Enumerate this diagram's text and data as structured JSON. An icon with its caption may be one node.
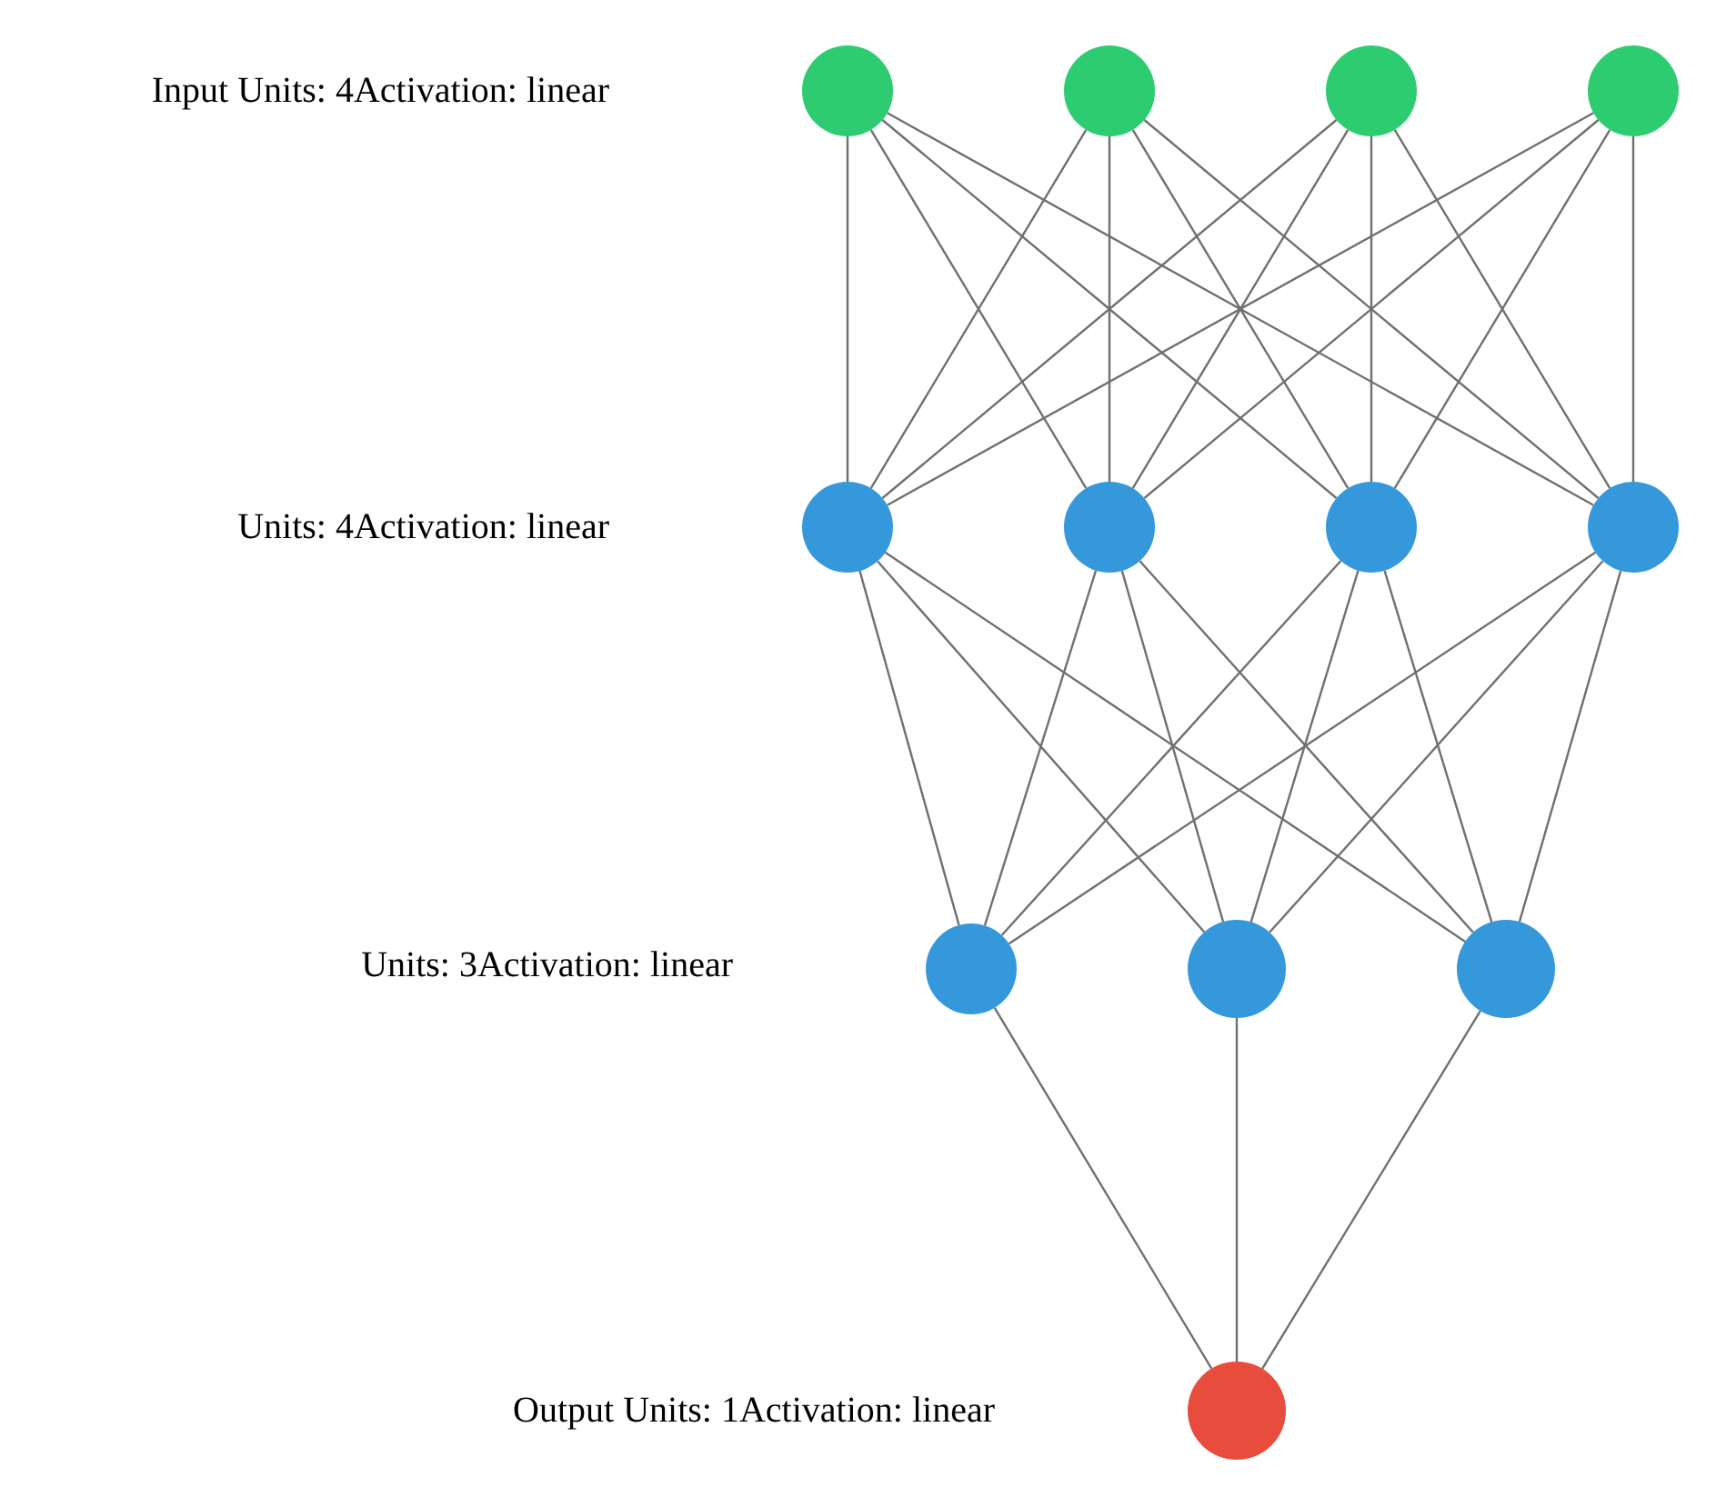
{
  "diagram": {
    "nodes": [
      {
        "text": [],
        "shape": "circle"
      },
      {
        "text": [],
        "shape": "circle"
      },
      {
        "text": [],
        "shape": "circle"
      },
      {
        "text": [],
        "shape": "circle"
      },
      {
        "text": [],
        "shape": "circle"
      },
      {
        "text": [],
        "shape": "circle"
      },
      {
        "text": [],
        "shape": "circle"
      },
      {
        "text": [],
        "shape": "circle"
      },
      {
        "text": [],
        "shape": "circle"
      },
      {
        "text": [],
        "shape": "circle"
      },
      {
        "text": [],
        "shape": "circle"
      },
      {
        "text": [],
        "shape": "circle"
      }
    ],
    "edges": [
      {
        "from": 0,
        "to": 4,
        "arrow": "none"
      },
      {
        "from": 0,
        "to": 5,
        "arrow": "none"
      },
      {
        "from": 0,
        "to": 6,
        "arrow": "none"
      },
      {
        "from": 0,
        "to": 7,
        "arrow": "none"
      },
      {
        "from": 1,
        "to": 4,
        "arrow": "none"
      },
      {
        "from": 1,
        "to": 5,
        "arrow": "none"
      },
      {
        "from": 1,
        "to": 6,
        "arrow": "none"
      },
      {
        "from": 1,
        "to": 7,
        "arrow": "none"
      },
      {
        "from": 2,
        "to": 4,
        "arrow": "none"
      },
      {
        "from": 2,
        "to": 5,
        "arrow": "none"
      },
      {
        "from": 2,
        "to": 6,
        "arrow": "none"
      },
      {
        "from": 2,
        "to": 7,
        "arrow": "none"
      },
      {
        "from": 3,
        "to": 4,
        "arrow": "none"
      },
      {
        "from": 3,
        "to": 5,
        "arrow": "none"
      },
      {
        "from": 3,
        "to": 6,
        "arrow": "none"
      },
      {
        "from": 3,
        "to": 7,
        "arrow": "none"
      },
      {
        "from": 4,
        "to": 8,
        "arrow": "none"
      },
      {
        "from": 4,
        "to": 9,
        "arrow": "none"
      },
      {
        "from": 4,
        "to": 10,
        "arrow": "none"
      },
      {
        "from": 5,
        "to": 8,
        "arrow": "none"
      },
      {
        "from": 5,
        "to": 9,
        "arrow": "none"
      },
      {
        "from": 5,
        "to": 10,
        "arrow": "none"
      },
      {
        "from": 6,
        "to": 8,
        "arrow": "none"
      },
      {
        "from": 6,
        "to": 9,
        "arrow": "none"
      },
      {
        "from": 6,
        "to": 10,
        "arrow": "none"
      },
      {
        "from": 7,
        "to": 8,
        "arrow": "none"
      },
      {
        "from": 7,
        "to": 9,
        "arrow": "none"
      },
      {
        "from": 7,
        "to": 10,
        "arrow": "none"
      },
      {
        "from": 8,
        "to": 11,
        "arrow": "none"
      },
      {
        "from": 9,
        "to": 11,
        "arrow": "none"
      },
      {
        "from": 10,
        "to": 11,
        "arrow": "none"
      }
    ],
    "labels": [
      "Input Units: 4Activation: linear",
      "Units: 4Activation: linear",
      "Units: 3Activation: linear",
      "Output Units: 1Activation: linear"
    ]
  }
}
